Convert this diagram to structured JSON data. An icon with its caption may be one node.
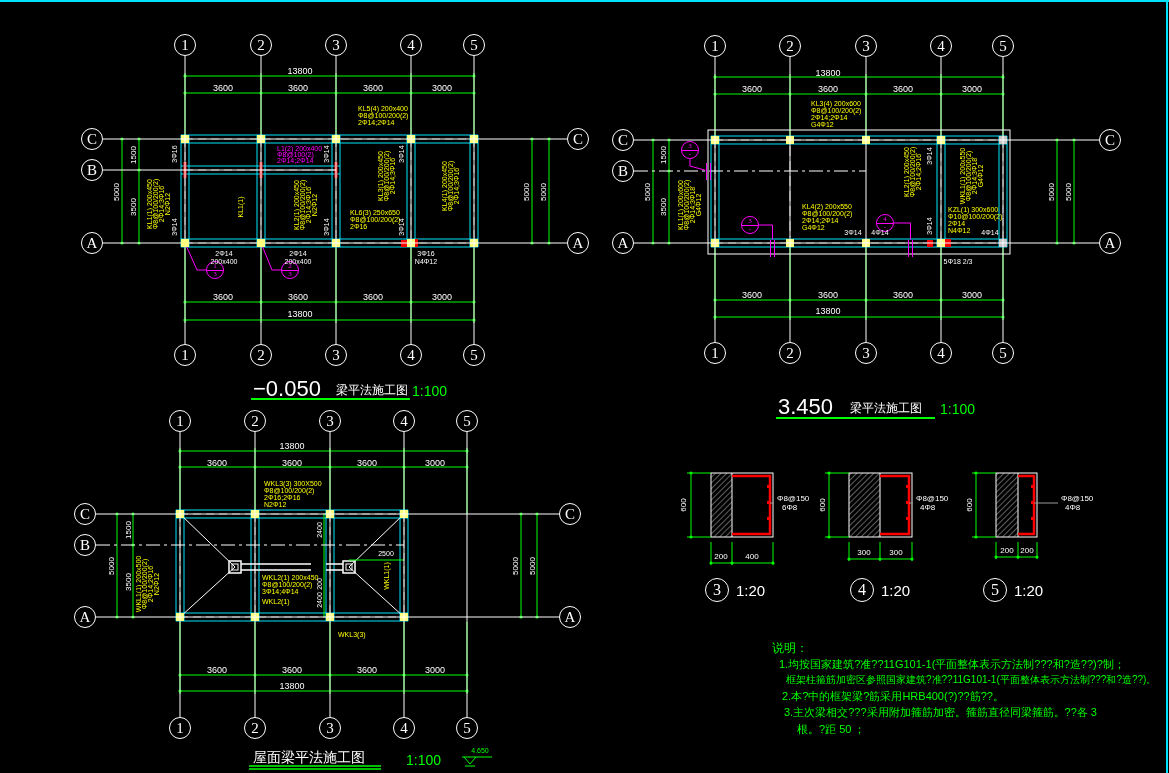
{
  "diagram": {
    "nodes": [
      {
        "text": [
          "1"
        ]
      },
      {
        "text": [
          "2"
        ]
      },
      {
        "text": [
          "3"
        ]
      },
      {
        "text": [
          "4"
        ]
      },
      {
        "text": [
          "5"
        ]
      },
      {
        "text": [
          "C"
        ]
      },
      {
        "text": [
          "C"
        ]
      },
      {
        "text": [
          "B"
        ]
      },
      {
        "text": [
          "A"
        ]
      },
      {
        "text": [
          "A"
        ]
      },
      {
        "text": [
          "1"
        ]
      },
      {
        "text": [
          "2"
        ]
      },
      {
        "text": [
          "3"
        ]
      },
      {
        "text": [
          "4"
        ]
      },
      {
        "text": [
          "5"
        ]
      },
      {
        "text": [
          "1"
        ]
      },
      {
        "text": [
          "2"
        ]
      },
      {
        "text": [
          "3"
        ]
      },
      {
        "text": [
          "4"
        ]
      },
      {
        "text": [
          "5"
        ]
      },
      {
        "text": [
          "C"
        ]
      },
      {
        "text": [
          "C"
        ]
      },
      {
        "text": [
          "B"
        ]
      },
      {
        "text": [
          "A"
        ]
      },
      {
        "text": [
          "A"
        ]
      },
      {
        "text": [
          "1"
        ]
      },
      {
        "text": [
          "2"
        ]
      },
      {
        "text": [
          "3"
        ]
      },
      {
        "text": [
          "4"
        ]
      },
      {
        "text": [
          "5"
        ]
      },
      {
        "text": [
          "1"
        ]
      },
      {
        "text": [
          "2"
        ]
      },
      {
        "text": [
          "3"
        ]
      },
      {
        "text": [
          "4"
        ]
      },
      {
        "text": [
          "5"
        ]
      },
      {
        "text": [
          "C"
        ]
      },
      {
        "text": [
          "C"
        ]
      },
      {
        "text": [
          "B"
        ]
      },
      {
        "text": [
          "A"
        ]
      },
      {
        "text": [
          "A"
        ]
      },
      {
        "text": [
          "1"
        ]
      },
      {
        "text": [
          "2"
        ]
      },
      {
        "text": [
          "3"
        ]
      },
      {
        "text": [
          "4"
        ]
      },
      {
        "text": [
          "5"
        ]
      },
      {
        "text": [
          "1",
          "3"
        ]
      },
      {
        "text": [
          "2",
          "3"
        ]
      },
      {
        "text": [
          "3",
          "-"
        ]
      },
      {
        "text": [
          "3",
          "-"
        ]
      },
      {
        "text": [
          "4",
          "-"
        ]
      },
      {
        "text": [
          "3"
        ],
        "beside": [
          "1:20"
        ]
      },
      {
        "text": [
          "4"
        ],
        "beside": [
          "1:20"
        ]
      },
      {
        "text": [
          "5"
        ],
        "beside": [
          "1:20"
        ]
      },
      {
        "text": [],
        "shape": "box"
      },
      {
        "text": [],
        "shape": "box"
      },
      {
        "text": [],
        "shape": "bar"
      },
      {
        "text": [],
        "shape": "bar"
      },
      {
        "text": [],
        "shape": "bar"
      }
    ],
    "edges": [
      {
        "from": 0,
        "to": 10,
        "arrow": "none"
      },
      {
        "from": 1,
        "to": 11,
        "arrow": "none"
      },
      {
        "from": 2,
        "to": 12,
        "arrow": "none"
      },
      {
        "from": 3,
        "to": 13,
        "arrow": "none"
      },
      {
        "from": 4,
        "to": 14,
        "arrow": "none"
      },
      {
        "from": 5,
        "to": 6,
        "arrow": "none"
      },
      {
        "from": 7,
        "to": null,
        "arrow": "none"
      },
      {
        "from": 8,
        "to": 9,
        "arrow": "none"
      },
      {
        "from": 15,
        "to": 25,
        "arrow": "none"
      },
      {
        "from": 16,
        "to": 26,
        "arrow": "none"
      },
      {
        "from": 17,
        "to": 27,
        "arrow": "none"
      },
      {
        "from": 18,
        "to": 28,
        "arrow": "none"
      },
      {
        "from": 19,
        "to": 29,
        "arrow": "none"
      },
      {
        "from": 20,
        "to": 21,
        "arrow": "none"
      },
      {
        "from": 22,
        "to": null,
        "arrow": "none",
        "style": "dashed"
      },
      {
        "from": 23,
        "to": 24,
        "arrow": "none"
      },
      {
        "from": 30,
        "to": 40,
        "arrow": "none"
      },
      {
        "from": 31,
        "to": 41,
        "arrow": "none"
      },
      {
        "from": 32,
        "to": 42,
        "arrow": "none"
      },
      {
        "from": 33,
        "to": 43,
        "arrow": "none"
      },
      {
        "from": 34,
        "to": 44,
        "arrow": "none"
      },
      {
        "from": 35,
        "to": 36,
        "arrow": "none"
      },
      {
        "from": 37,
        "to": null,
        "arrow": "none",
        "style": "dashed"
      },
      {
        "from": 38,
        "to": 39,
        "arrow": "none"
      },
      {
        "from": 45,
        "to": 53,
        "arrow": "none",
        "color": "#ff00ff"
      },
      {
        "from": 46,
        "to": 54,
        "arrow": "none",
        "color": "#ff00ff"
      },
      {
        "from": 47,
        "to": 55,
        "arrow": "none",
        "color": "#ff00ff"
      },
      {
        "from": 48,
        "to": 56,
        "arrow": "none",
        "color": "#ff00ff"
      },
      {
        "from": 49,
        "to": 57,
        "arrow": "none",
        "color": "#ff00ff"
      }
    ],
    "labels": [
      "13800",
      "3600",
      "3600",
      "3600",
      "3000",
      "KL5(4) 200x400",
      "Φ8@100/200(2)",
      "2Φ14;2Φ14",
      "1500",
      "3Φ16",
      "L1(2) 200x400",
      "Φ8@100(2)",
      "2Φ14;2Φ14",
      "3Φ14",
      "3Φ14",
      "5000",
      "3500",
      "KL1(1) 200x450",
      "Φ8@100/200(2)",
      "2Φ14;3Φ16",
      "N2Φ12",
      "KL1(1)",
      "KL2(1) 200x450",
      "Φ8@100/200(2)",
      "2Φ14;3Φ16",
      "N2Φ12",
      "KL3(1) 200x450",
      "Φ8@100/200(2)",
      "2Φ14;3Φ16",
      "KL4(1) 200x450",
      "Φ8@100/200(2)",
      "2Φ14;3Φ16",
      "KL6(3) 250x650",
      "Φ8@100/200(2)",
      "2Φ16",
      "5000",
      "5000",
      "3Φ14",
      "3Φ14",
      "3Φ14",
      "2Φ14",
      "200x400",
      "2Φ14",
      "200x400",
      "3Φ16",
      "N4Φ12",
      "3600",
      "3600",
      "3600",
      "3000",
      "13800",
      "−0.050",
      "梁平法施工图",
      "1:100",
      "13800",
      "3600",
      "3600",
      "3600",
      "3000",
      "KL3(4) 200x600",
      "Φ8@100/200(2)",
      "2Φ14;2Φ14",
      "G4Φ12",
      "1500",
      "5000",
      "3500",
      "KL1(1) 200x600",
      "Φ8@100/200(2)",
      "2Φ14;3Φ18",
      "G4Φ12",
      "KL4(2) 200x550",
      "Φ8@100/200(2)",
      "2Φ14;2Φ14",
      "G4Φ12",
      "KL2(1) 200x450",
      "Φ8@100/200(2)",
      "2Φ14;2Φ16",
      "3Φ14",
      "WKL1(1) 200x550",
      "Φ8@100/200(2)",
      "2Φ14;3Φ18",
      "G4Φ12",
      "KZL(1) 300x600",
      "Φ10@100/200(2)",
      "2Φ14",
      "N4Φ12",
      "5000",
      "5000",
      "3Φ14",
      "3Φ14",
      "4Φ14",
      "4Φ14",
      "5Φ18 2/3",
      "3600",
      "3600",
      "3600",
      "3000",
      "13800",
      "3.450",
      "梁平法施工图",
      "1:100",
      "13800",
      "3600",
      "3600",
      "3600",
      "3000",
      "WKL3(3) 300X500",
      "Φ8@100/200(2)",
      "2Φ16;2Φ16",
      "N2Φ12",
      "1500",
      "5000",
      "3500",
      "WKL1(1) 200x500",
      "Φ8@100/200(2)",
      "2Φ14;2Φ16",
      "N2Φ12",
      "WKL2(1) 200x450",
      "Φ8@100/200(2)",
      "3Φ14;4Φ14",
      "2400",
      "2500",
      "200",
      "2400",
      "WKL2(1)",
      "WKL1(1)",
      "WKL3(3)",
      "5000",
      "5000",
      "3600",
      "3600",
      "3600",
      "3000",
      "13800",
      "屋面梁平法施工图",
      "1:100",
      "4.650",
      "600",
      "200",
      "400",
      "Φ8@150",
      "6Φ8",
      "600",
      "300",
      "300",
      "Φ8@150",
      "4Φ8",
      "600",
      "200",
      "200",
      "Φ8@150",
      "4Φ8",
      "说明：",
      "1.均按国家建筑?准??11G101-1(平面整体表示方法制???和?造??)?制；",
      "框架柱箍筋加密区参照国家建筑?准??11G101-1(平面整体表示方法制???和?造??)。",
      "2.本?中的框架梁?筋采用HRB400(?)??筋??。",
      "3.主次梁相交???采用附加箍筋加密。箍筋直径同梁箍筋。??各 3",
      "根。?距 50 ；"
    ]
  }
}
